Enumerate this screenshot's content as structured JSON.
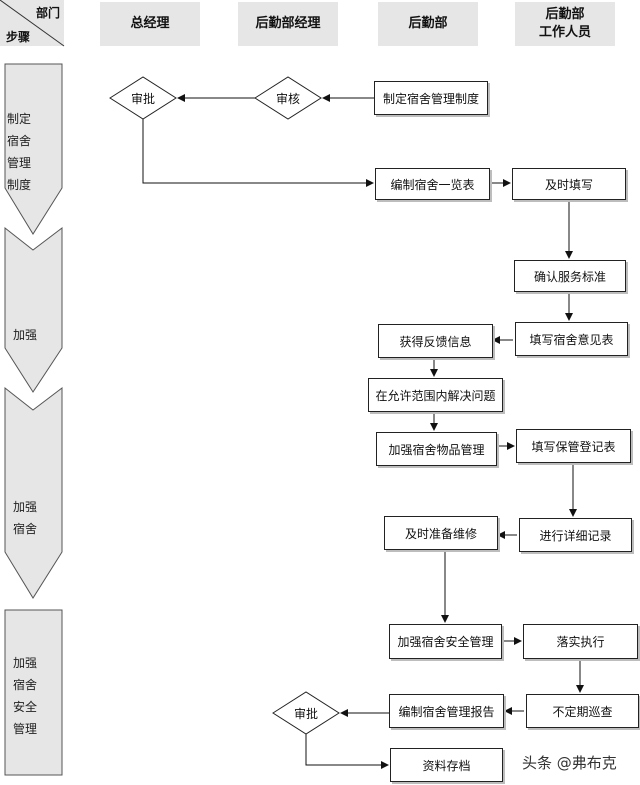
{
  "corner": {
    "top": "部门",
    "bottom": "步骤"
  },
  "headers": [
    {
      "line1": "总经理",
      "line2": ""
    },
    {
      "line1": "后勤部经理",
      "line2": ""
    },
    {
      "line1": "后勤部",
      "line2": ""
    },
    {
      "line1": "后勤部",
      "line2": "工作人员"
    }
  ],
  "steps": [
    {
      "label": "制定宿舍管理制度"
    },
    {
      "label": "加强"
    },
    {
      "label": "加强宿舍"
    },
    {
      "label": "加强宿舍安全管理"
    }
  ],
  "nodes": {
    "approve1": "审批",
    "review": "审核",
    "make_rules": "制定宿舍管理制度",
    "compile_list": "编制宿舍一览表",
    "fill_timely": "及时填写",
    "confirm_std": "确认服务标准",
    "get_feedback": "获得反馈信息",
    "fill_opinion": "填写宿舍意见表",
    "solve_issue": "在允许范围内解决问题",
    "goods_mgmt": "加强宿舍物品管理",
    "fill_custody": "填写保管登记表",
    "repair": "及时准备维修",
    "detail_record": "进行详细记录",
    "safety_mgmt": "加强宿舍安全管理",
    "implement": "落实执行",
    "compile_report": "编制宿舍管理报告",
    "inspect": "不定期巡查",
    "approve2": "审批",
    "archive": "资料存档"
  },
  "watermark": "头条 @弗布克"
}
